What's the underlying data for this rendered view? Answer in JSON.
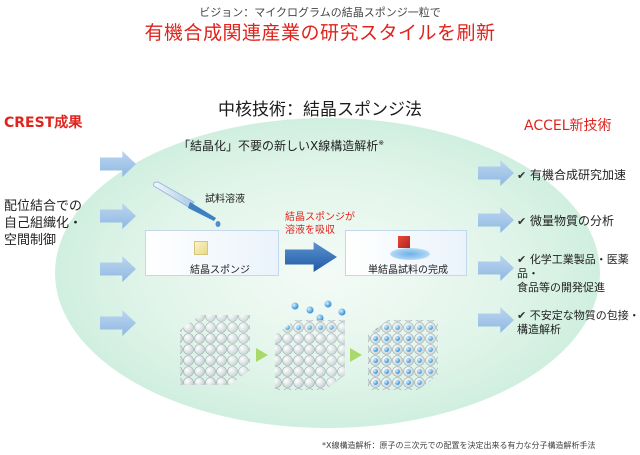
{
  "header": {
    "vision": "ビジョン：マイクログラムの結晶スポンジ一粒で",
    "headline": "有機合成関連産業の研究スタイルを刷新"
  },
  "core_title": "中核技術：結晶スポンジ法",
  "left": {
    "label": "CREST成果",
    "desc": [
      "配位結合での",
      "自己組織化・",
      "空間制御"
    ]
  },
  "right": {
    "label": "ACCEL新技術",
    "items": [
      {
        "check": "✔",
        "lines": [
          "有機合成研究加速"
        ]
      },
      {
        "check": "✔",
        "lines": [
          "微量物質の分析"
        ]
      },
      {
        "check": "✔",
        "lines": [
          "化学工業製品・医薬品・",
          "食品等の開発促進"
        ]
      },
      {
        "check": "✔",
        "lines": [
          "不安定な物質の包接・",
          "構造解析"
        ]
      }
    ]
  },
  "center": {
    "subtitle": "「結晶化」不要の新しいX線構造解析",
    "subtitle_mark": "※",
    "sample_solution": "試料溶液",
    "sponge_label": "結晶スポンジ",
    "absorb": [
      "結晶スポンジが",
      "溶液を吸収"
    ],
    "result_label": "単結晶試料の完成"
  },
  "footnote": "*X線構造解析：原子の三次元での配置を決定出来る有力な分子構造解析手法",
  "colors": {
    "accent_red": "#e0231d",
    "arrow_blue": "#8fb8e2",
    "big_arrow_blue": "#1f5aa6",
    "ellipse_green": "#cdeede",
    "triangle_green": "#a8d96a"
  }
}
